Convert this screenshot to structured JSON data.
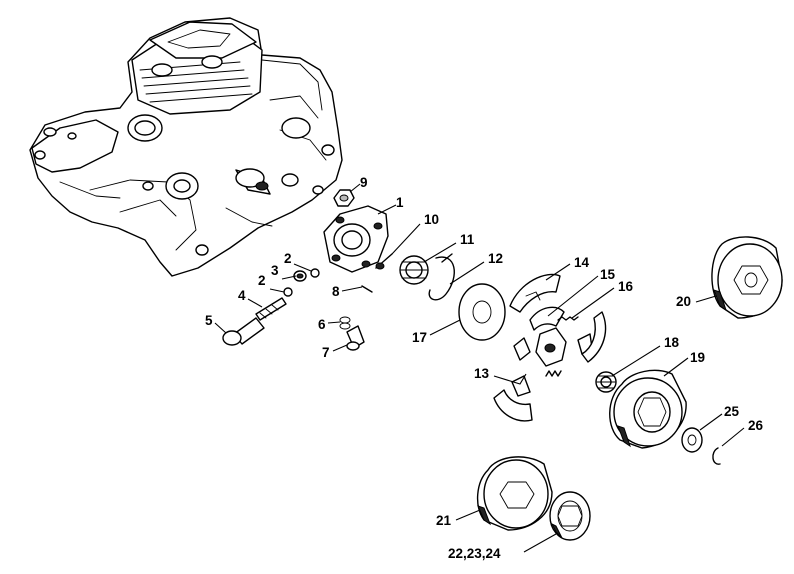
{
  "callouts": [
    {
      "id": "c1",
      "text": "1"
    },
    {
      "id": "c2a",
      "text": "2"
    },
    {
      "id": "c2b",
      "text": "2"
    },
    {
      "id": "c3",
      "text": "3"
    },
    {
      "id": "c4",
      "text": "4"
    },
    {
      "id": "c5",
      "text": "5"
    },
    {
      "id": "c6",
      "text": "6"
    },
    {
      "id": "c7",
      "text": "7"
    },
    {
      "id": "c8",
      "text": "8"
    },
    {
      "id": "c9",
      "text": "9"
    },
    {
      "id": "c10",
      "text": "10"
    },
    {
      "id": "c11",
      "text": "11"
    },
    {
      "id": "c12",
      "text": "12"
    },
    {
      "id": "c13",
      "text": "13"
    },
    {
      "id": "c14",
      "text": "14"
    },
    {
      "id": "c15",
      "text": "15"
    },
    {
      "id": "c16",
      "text": "16"
    },
    {
      "id": "c17",
      "text": "17"
    },
    {
      "id": "c18",
      "text": "18"
    },
    {
      "id": "c19",
      "text": "19"
    },
    {
      "id": "c20",
      "text": "20"
    },
    {
      "id": "c21",
      "text": "21"
    },
    {
      "id": "c22",
      "text": "22,23,24"
    },
    {
      "id": "c25",
      "text": "25"
    },
    {
      "id": "c26",
      "text": "26"
    }
  ]
}
